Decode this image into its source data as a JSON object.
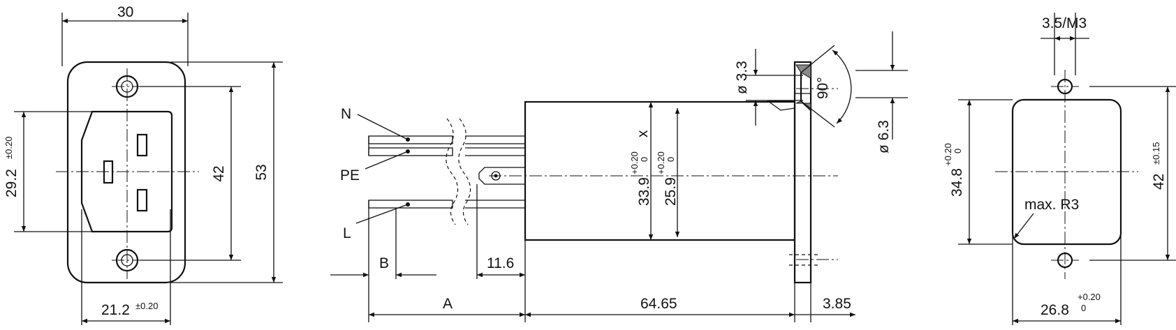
{
  "front_view": {
    "width": "30",
    "height_outer": "53",
    "hole_spacing": "42",
    "cutout_height": "29.2",
    "cutout_height_tol": "±0.20",
    "cutout_width": "21.2",
    "cutout_width_tol": "±0.20"
  },
  "side_view": {
    "wire_n": "N",
    "wire_pe": "PE",
    "wire_l": "L",
    "dim_b": "B",
    "dim_a": "A",
    "dim_11_6": "11.6",
    "body_length": "64.65",
    "flange": "3.85",
    "body_dia_outer": "33.9",
    "body_dia_outer_tol_up": "+0.20",
    "body_dia_outer_tol_low": "0",
    "body_dia_x": "x",
    "body_dia_inner": "25.9",
    "body_dia_inner_tol_up": "+0.20",
    "body_dia_inner_tol_low": "0",
    "hole_dia": "ø 3.3",
    "angle": "90°",
    "csk_dia": "ø 6.3"
  },
  "cutout_view": {
    "hole_size": "3.5/M3",
    "height": "34.8",
    "height_tol_up": "+0.20",
    "height_tol_low": "0",
    "hole_spacing": "42",
    "hole_spacing_tol": "±0.15",
    "radius": "max. R3",
    "width": "26.8",
    "width_tol_up": "+0.20",
    "width_tol_low": "0"
  }
}
